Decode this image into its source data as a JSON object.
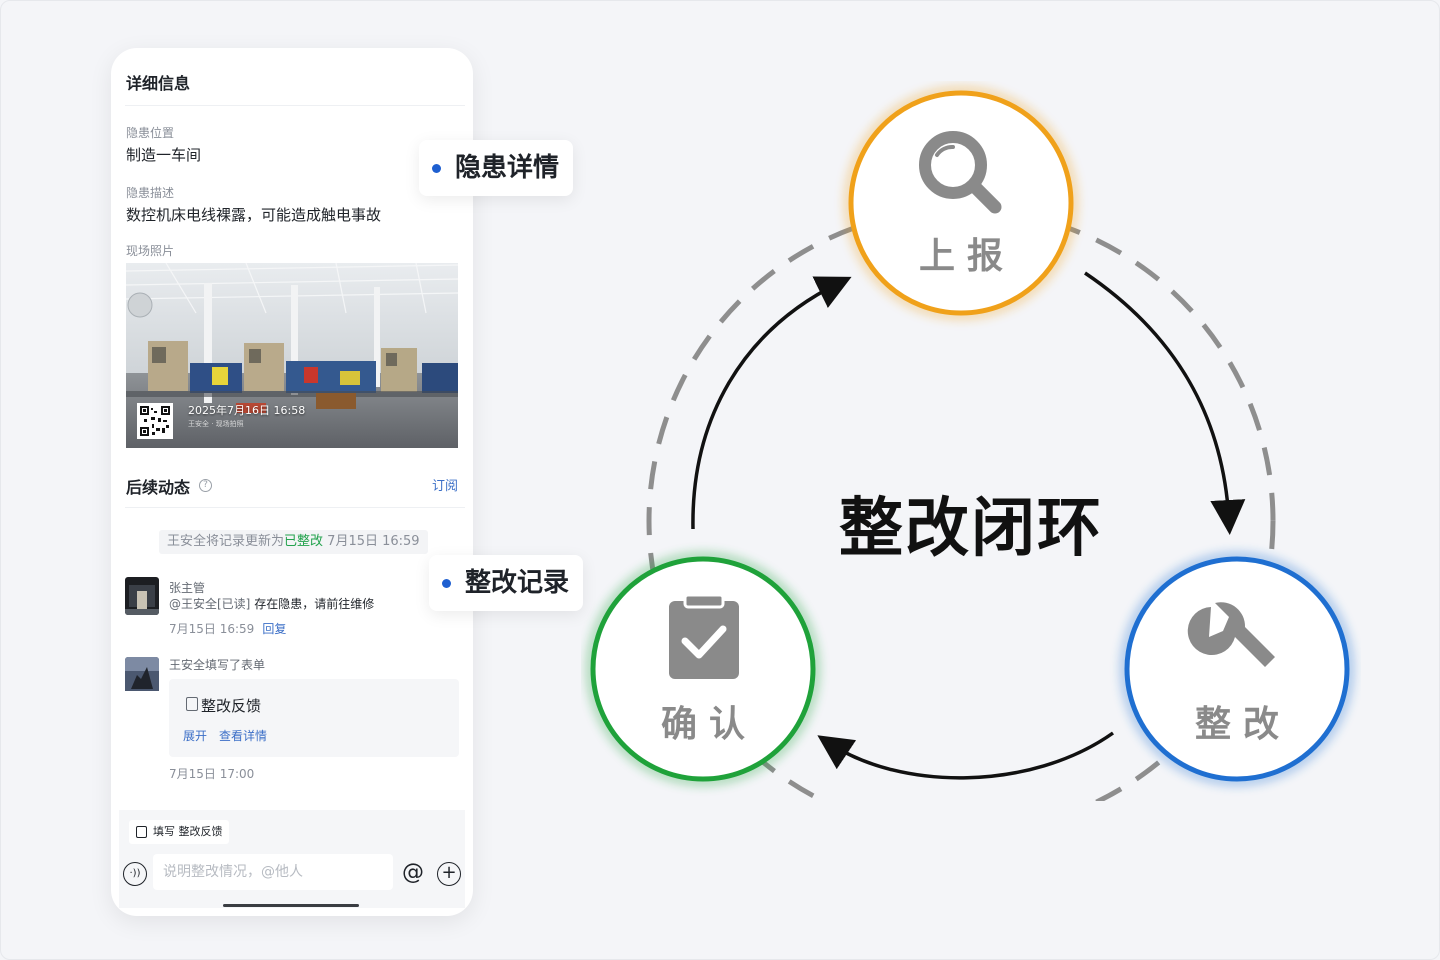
{
  "phone": {
    "title": "详细信息",
    "fields": [
      {
        "label": "隐患位置",
        "value": "制造一车间"
      },
      {
        "label": "隐患描述",
        "value": "数控机床电线裸露，可能造成触电事故"
      },
      {
        "label": "现场照片"
      }
    ],
    "photo": {
      "timestamp": "2025年7月16日 16:58",
      "subcaption": "王安全 · 现场拍照"
    },
    "followups": {
      "title": "后续动态",
      "help_icon": "?",
      "subscribe": "订阅",
      "system_note_prefix": "王安全将记录更新为",
      "system_note_status": "已整改",
      "system_note_time": "7月15日 16:59",
      "comment": {
        "author": "张主管",
        "mention": "@王安全[已读]",
        "text": "存在隐患，请前往维修",
        "time": "7月15日 16:59",
        "reply": "回复"
      },
      "form_event": {
        "author_action": "王安全填写了表单",
        "form_title": "整改反馈",
        "expand": "展开",
        "view_detail": "查看详情",
        "time": "7月15日 17:00"
      }
    },
    "bottom": {
      "quick_action": "填写 整改反馈",
      "input_placeholder": "说明整改情况，@他人",
      "at_symbol": "@",
      "plus_symbol": "+",
      "voice_symbol": "·))"
    }
  },
  "callouts": {
    "detail": "隐患详情",
    "record": "整改记录"
  },
  "diagram": {
    "center_title": "整改闭环",
    "nodes": [
      {
        "label": "上报",
        "icon": "search-icon",
        "color": "#f0a11a"
      },
      {
        "label": "整改",
        "icon": "wrench-icon",
        "color": "#1f6fd1"
      },
      {
        "label": "确认",
        "icon": "clipboard-check-icon",
        "color": "#1fa23a"
      }
    ]
  }
}
